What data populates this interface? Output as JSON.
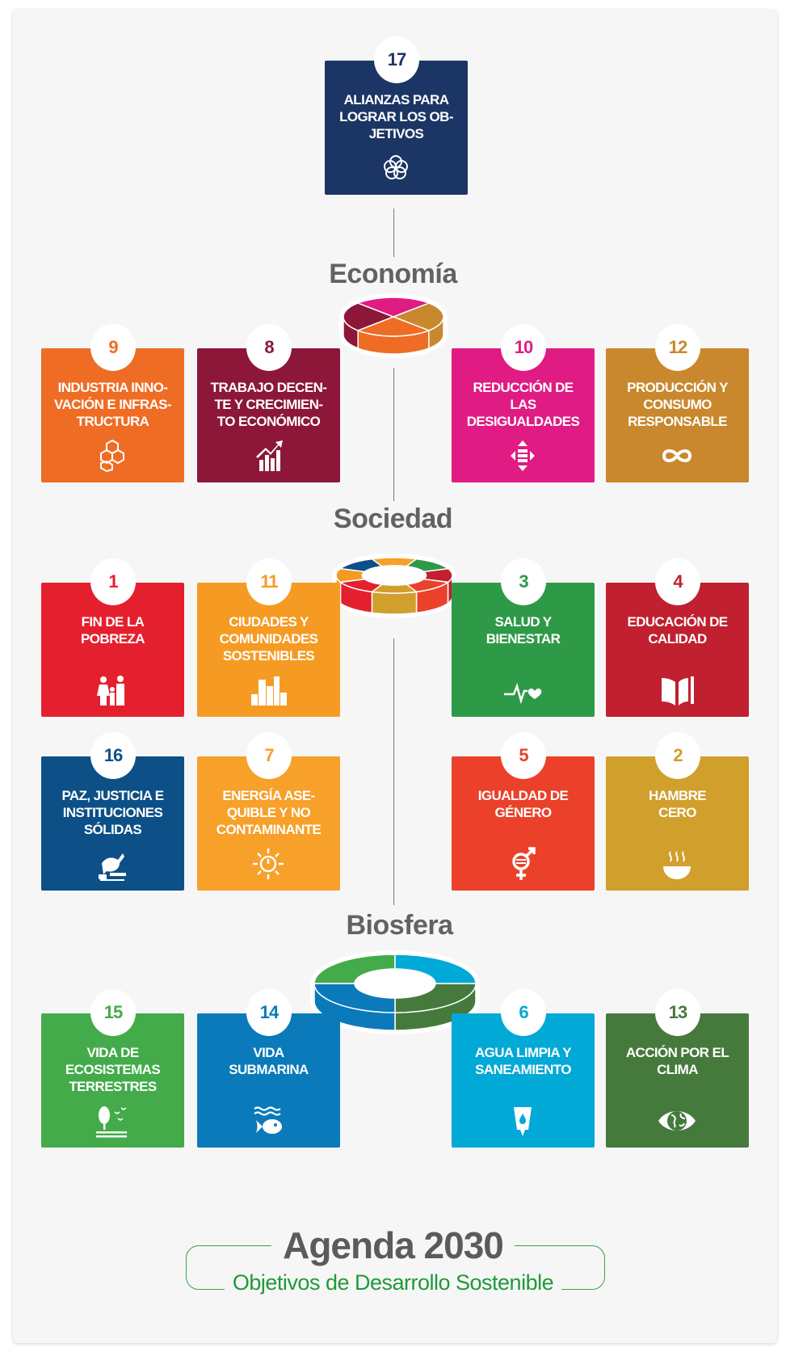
{
  "sections": {
    "economy": "Economía",
    "society": "Sociedad",
    "biosphere": "Biosfera"
  },
  "goals": [
    {
      "number": "17",
      "title": "ALIANZAS PARA\nLOGRAR LOS OB-\nJETIVOS",
      "color": "#1b3664",
      "icon": "flower-icon",
      "group": "top"
    },
    {
      "number": "9",
      "title": "INDUSTRIA INNO-\nVACIÓN E INFRAS-\nTRUCTURA",
      "color": "#ef6c24",
      "icon": "cubes-icon",
      "group": "economy"
    },
    {
      "number": "8",
      "title": "TRABAJO DECEN-\nTE Y CRECIMIEN-\nTO ECONÓMICO",
      "color": "#8c1739",
      "icon": "growth-chart-icon",
      "group": "economy"
    },
    {
      "number": "10",
      "title": "REDUCCIÓN DE\nLAS\nDESIGUALDADES",
      "color": "#e01b83",
      "icon": "equality-arrows-icon",
      "group": "economy"
    },
    {
      "number": "12",
      "title": "PRODUCCIÓN Y\nCONSUMO\nRESPONSABLE",
      "color": "#c9882d",
      "icon": "infinity-icon",
      "group": "economy"
    },
    {
      "number": "1",
      "title": "FIN DE LA\nPOBREZA",
      "color": "#e4202f",
      "icon": "family-icon",
      "group": "society"
    },
    {
      "number": "11",
      "title": "CIUDADES Y\nCOMUNIDADES\nSOSTENIBLES",
      "color": "#f59b24",
      "icon": "city-icon",
      "group": "society"
    },
    {
      "number": "3",
      "title": "SALUD Y\nBIENESTAR",
      "color": "#2e9a47",
      "icon": "heartbeat-icon",
      "group": "society"
    },
    {
      "number": "4",
      "title": "EDUCACIÓN DE\nCALIDAD",
      "color": "#c0202f",
      "icon": "book-icon",
      "group": "society"
    },
    {
      "number": "16",
      "title": "PAZ, JUSTICIA E\nINSTITUCIONES\nSÓLIDAS",
      "color": "#0c5087",
      "icon": "dove-gavel-icon",
      "group": "society"
    },
    {
      "number": "7",
      "title": "ENERGÍA ASE-\nQUIBLE Y NO\nCONTAMINANTE",
      "color": "#f7a02a",
      "icon": "sun-power-icon",
      "group": "society"
    },
    {
      "number": "5",
      "title": "IGUALDAD DE\nGÉNERO",
      "color": "#eb412a",
      "icon": "gender-icon",
      "group": "society"
    },
    {
      "number": "2",
      "title": "HAMBRE\nCERO",
      "color": "#d19f2c",
      "icon": "bowl-icon",
      "group": "society"
    },
    {
      "number": "15",
      "title": "VIDA DE\nECOSISTEMAS\nTERRESTRES",
      "color": "#43ab4a",
      "icon": "tree-birds-icon",
      "group": "biosphere"
    },
    {
      "number": "14",
      "title": "VIDA\nSUBMARINA",
      "color": "#0a7aba",
      "icon": "fish-waves-icon",
      "group": "biosphere"
    },
    {
      "number": "6",
      "title": "AGUA LIMPIA Y\nSANEAMIENTO",
      "color": "#01a9d6",
      "icon": "water-glass-icon",
      "group": "biosphere"
    },
    {
      "number": "13",
      "title": "ACCIÓN POR EL\nCLIMA",
      "color": "#467a3d",
      "icon": "earth-eye-icon",
      "group": "biosphere"
    }
  ],
  "footer": {
    "title": "Agenda 2030",
    "subtitle": "Objetivos de Desarrollo Sostenible",
    "accent": "#1f9a38"
  }
}
